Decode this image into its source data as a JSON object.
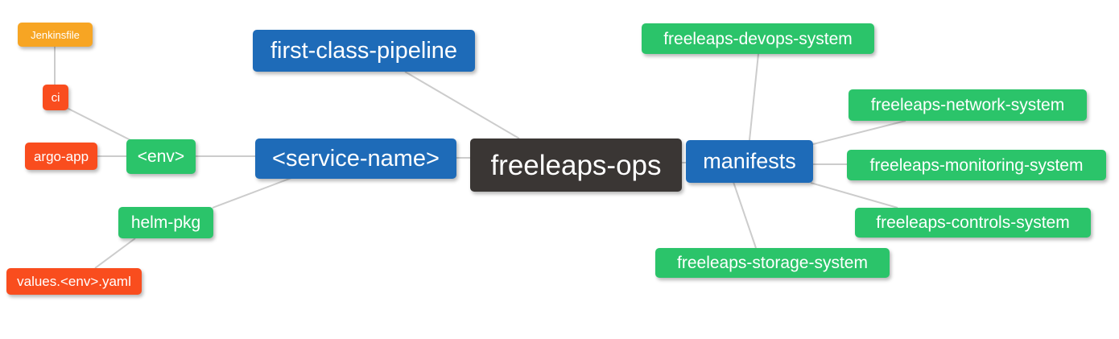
{
  "palette": {
    "root_node": "#3a3634",
    "level1_node": "#1e6bb8",
    "level2_node": "#2bc46a",
    "level3_node": "#f94d1e",
    "level4_node": "#f7a523",
    "edge": "#cccccc",
    "text": "#ffffff",
    "background": "#ffffff"
  },
  "nodes": {
    "freeleaps_ops": {
      "label": "freeleaps-ops",
      "color": "#3a3634"
    },
    "first_class_pipeline": {
      "label": "first-class-pipeline",
      "color": "#1e6bb8"
    },
    "service_name": {
      "label": "<service-name>",
      "color": "#1e6bb8"
    },
    "manifests": {
      "label": "manifests",
      "color": "#1e6bb8"
    },
    "env": {
      "label": "<env>",
      "color": "#2bc46a"
    },
    "helm_pkg": {
      "label": "helm-pkg",
      "color": "#2bc46a"
    },
    "devops_system": {
      "label": "freeleaps-devops-system",
      "color": "#2bc46a"
    },
    "network_system": {
      "label": "freeleaps-network-system",
      "color": "#2bc46a"
    },
    "monitoring_system": {
      "label": "freeleaps-monitoring-system",
      "color": "#2bc46a"
    },
    "controls_system": {
      "label": "freeleaps-controls-system",
      "color": "#2bc46a"
    },
    "storage_system": {
      "label": "freeleaps-storage-system",
      "color": "#2bc46a"
    },
    "ci": {
      "label": "ci",
      "color": "#f94d1e"
    },
    "argo_app": {
      "label": "argo-app",
      "color": "#f94d1e"
    },
    "values_yaml": {
      "label": "values.<env>.yaml",
      "color": "#f94d1e"
    },
    "jenkinsfile": {
      "label": "Jenkinsfile",
      "color": "#f7a523"
    }
  },
  "edges": [
    {
      "from": "jenkinsfile",
      "to": "ci"
    },
    {
      "from": "ci",
      "to": "env"
    },
    {
      "from": "argo_app",
      "to": "env"
    },
    {
      "from": "env",
      "to": "service_name"
    },
    {
      "from": "helm_pkg",
      "to": "service_name"
    },
    {
      "from": "helm_pkg",
      "to": "values_yaml"
    },
    {
      "from": "first_class_pipeline",
      "to": "freeleaps_ops"
    },
    {
      "from": "service_name",
      "to": "freeleaps_ops"
    },
    {
      "from": "freeleaps_ops",
      "to": "manifests"
    },
    {
      "from": "manifests",
      "to": "devops_system"
    },
    {
      "from": "manifests",
      "to": "network_system"
    },
    {
      "from": "manifests",
      "to": "monitoring_system"
    },
    {
      "from": "manifests",
      "to": "controls_system"
    },
    {
      "from": "manifests",
      "to": "storage_system"
    }
  ]
}
